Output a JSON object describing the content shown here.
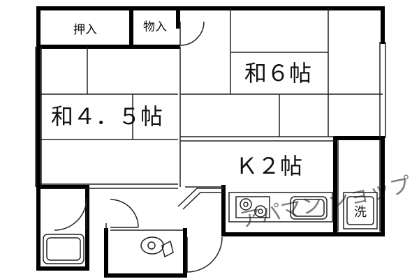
{
  "floor_plan": {
    "rooms": {
      "washitsu_6": "和６帖",
      "washitsu_45": "和４．５帖",
      "kitchen": "Ｋ２帖"
    },
    "storage": {
      "oshiire": "押入",
      "monoire": "物入"
    },
    "washbasin": "洗",
    "watermark": "アパマン ショップ"
  },
  "colors": {
    "wall": "#000000",
    "line": "#222222",
    "watermark": "#d8d8d8",
    "background": "#ffffff"
  }
}
